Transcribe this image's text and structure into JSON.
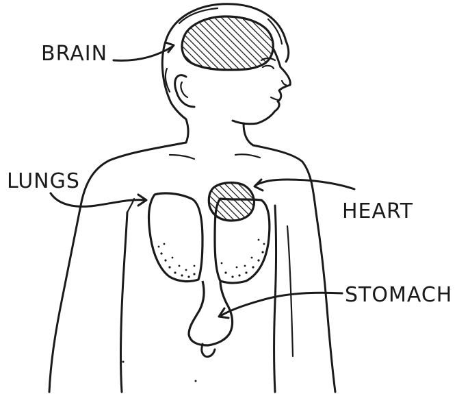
{
  "labels": {
    "brain": "BRAIN",
    "lungs": "LUNGS",
    "heart": "HEART",
    "stomach": "STOMACH"
  },
  "colors": {
    "ink": "#1a1a1a",
    "paper": "#ffffff"
  }
}
